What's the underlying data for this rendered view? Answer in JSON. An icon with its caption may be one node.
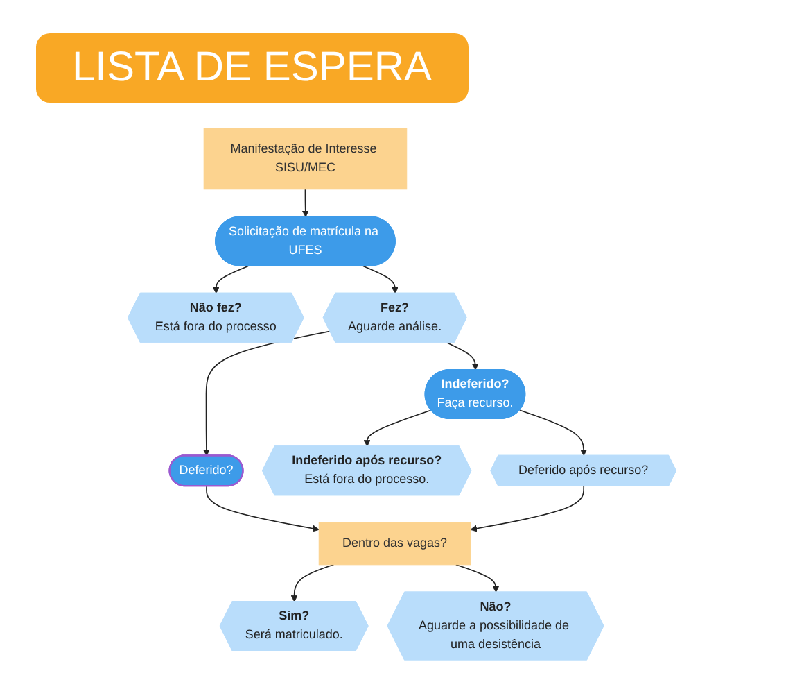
{
  "diagram": {
    "title": "LISTA DE ESPERA",
    "nodes": [
      {
        "text": [
          "Manifestação de Interesse SISU/MEC"
        ]
      },
      {
        "text": [
          "Solicitação de matrícula na UFES"
        ]
      },
      {
        "text": [
          "Não fez?",
          "Está fora do processo"
        ]
      },
      {
        "text": [
          "Fez?",
          "Aguarde análise."
        ]
      },
      {
        "text": [
          "Deferido?"
        ]
      },
      {
        "text": [
          "Indeferido?",
          "Faça recurso."
        ]
      },
      {
        "text": [
          "Indeferido após recurso?",
          "Está fora do processo."
        ]
      },
      {
        "text": [
          "Deferido após recurso?"
        ]
      },
      {
        "text": [
          "Dentro das vagas?"
        ]
      },
      {
        "text": [
          "Sim?",
          "Será matriculado."
        ]
      },
      {
        "text": [
          "Não?",
          "Aguarde a possibilidade de uma desistência"
        ]
      }
    ],
    "edges": [
      {
        "from": 0,
        "to": 1,
        "arrow": "to"
      },
      {
        "from": 1,
        "to": 2,
        "arrow": "to"
      },
      {
        "from": 1,
        "to": 3,
        "arrow": "to"
      },
      {
        "from": 3,
        "to": 4,
        "arrow": "to"
      },
      {
        "from": 3,
        "to": 5,
        "arrow": "to"
      },
      {
        "from": 5,
        "to": 6,
        "arrow": "to"
      },
      {
        "from": 5,
        "to": 7,
        "arrow": "to"
      },
      {
        "from": 4,
        "to": 8,
        "arrow": "to"
      },
      {
        "from": 7,
        "to": 8,
        "arrow": "to"
      },
      {
        "from": 8,
        "to": 9,
        "arrow": "to"
      },
      {
        "from": 8,
        "to": 10,
        "arrow": "to"
      }
    ]
  }
}
